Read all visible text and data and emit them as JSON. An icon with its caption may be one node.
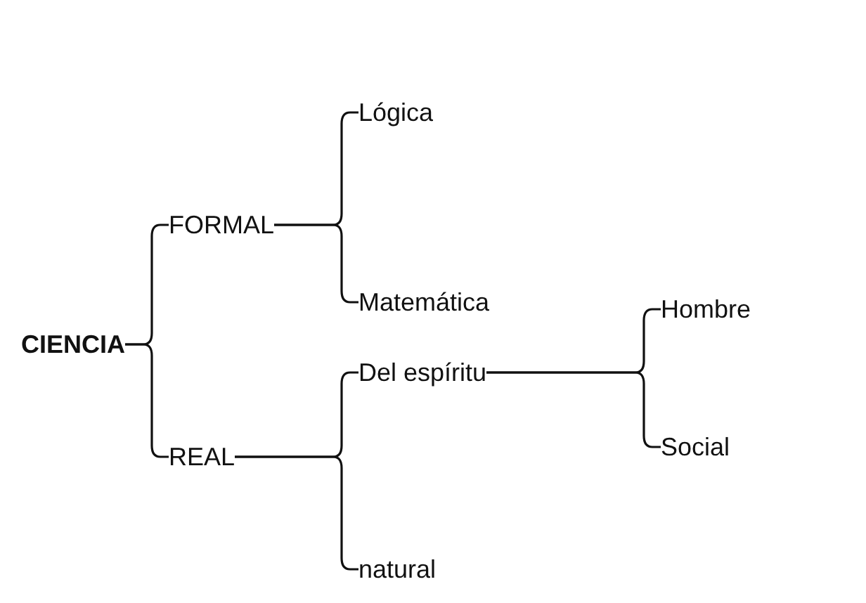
{
  "diagram": {
    "nodes": [
      {
        "text": [
          "CIENCIA"
        ]
      },
      {
        "text": [
          "FORMAL"
        ]
      },
      {
        "text": [
          "Lógica"
        ]
      },
      {
        "text": [
          "Matemática"
        ]
      },
      {
        "text": [
          "REAL"
        ]
      },
      {
        "text": [
          "Del espíritu"
        ]
      },
      {
        "text": [
          "Hombre"
        ]
      },
      {
        "text": [
          "Social"
        ]
      },
      {
        "text": [
          "natural"
        ]
      }
    ],
    "edges": [
      {
        "from": 0,
        "to": 1,
        "arrow": "none"
      },
      {
        "from": 1,
        "to": 2,
        "arrow": "none"
      },
      {
        "from": 1,
        "to": 3,
        "arrow": "none"
      },
      {
        "from": 0,
        "to": 4,
        "arrow": "none"
      },
      {
        "from": 4,
        "to": 5,
        "arrow": "none"
      },
      {
        "from": 5,
        "to": 6,
        "arrow": "none"
      },
      {
        "from": 5,
        "to": 7,
        "arrow": "none"
      },
      {
        "from": 4,
        "to": 8,
        "arrow": "none"
      }
    ]
  }
}
